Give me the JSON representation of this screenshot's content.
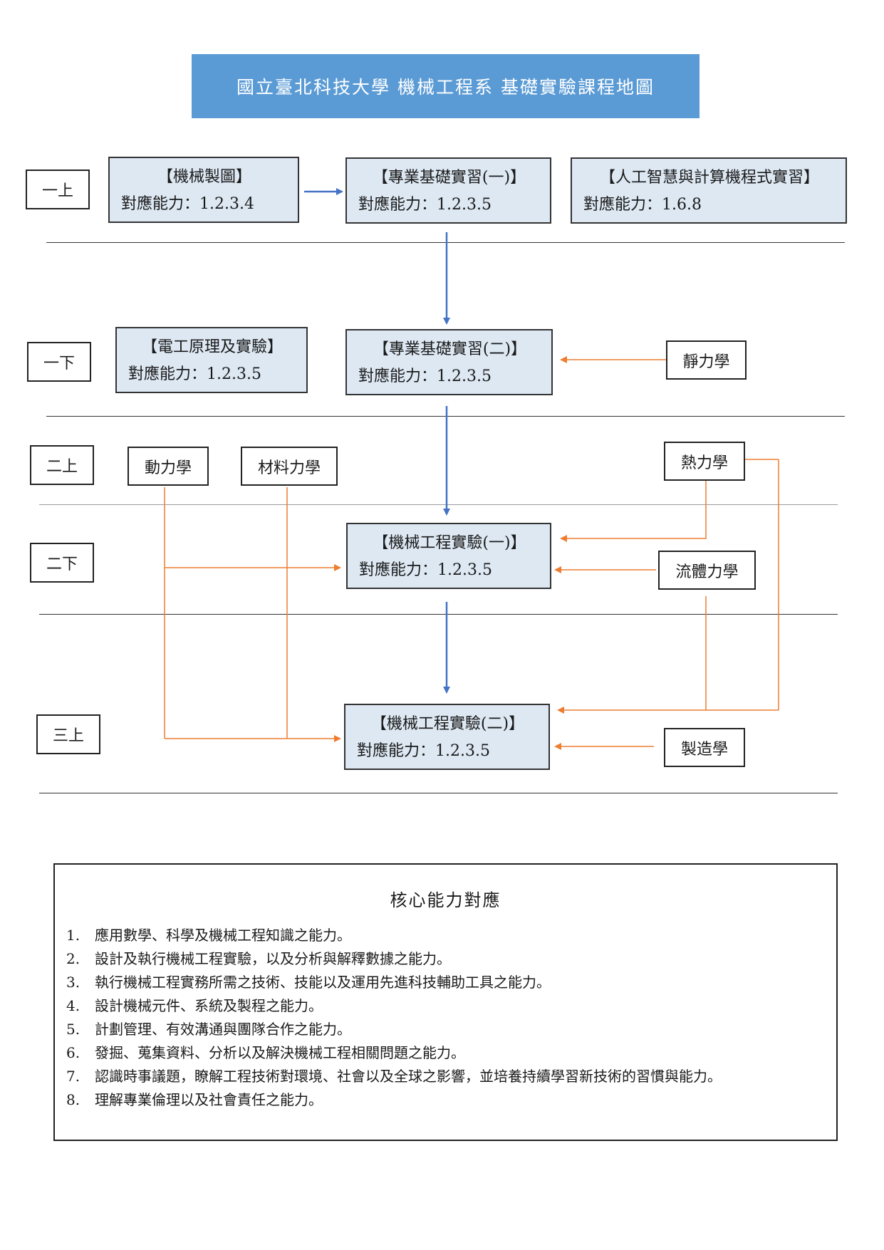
{
  "title": "國立臺北科技大學 機械工程系 基礎實驗課程地圖",
  "semesters": {
    "s1a": "一上",
    "s1b": "一下",
    "s2a": "二上",
    "s2b": "二下",
    "s3a": "三上"
  },
  "courses": {
    "drawing": {
      "title": "【機械製圖】",
      "ability": "對應能力：1.2.3.4"
    },
    "prac1": {
      "title": "【專業基礎實習(一)】",
      "ability": "對應能力：1.2.3.5"
    },
    "ai": {
      "title": "【人工智慧與計算機程式實習】",
      "ability": "對應能力：1.6.8"
    },
    "elec": {
      "title": "【電工原理及實驗】",
      "ability": "對應能力：1.2.3.5"
    },
    "prac2": {
      "title": "【專業基礎實習(二)】",
      "ability": "對應能力：1.2.3.5"
    },
    "mexp1": {
      "title": "【機械工程實驗(一)】",
      "ability": "對應能力：1.2.3.5"
    },
    "mexp2": {
      "title": "【機械工程實驗(二)】",
      "ability": "對應能力：1.2.3.5"
    }
  },
  "prereqs": {
    "statics": "靜力學",
    "dynamics": "動力學",
    "materials": "材料力學",
    "thermo": "熱力學",
    "fluids": "流體力學",
    "manufacturing": "製造學"
  },
  "colors": {
    "title_bg": "#5b9bd5",
    "course_bg": "#dde8f3",
    "blue_arrow": "#4472c4",
    "orange_arrow": "#ed7d31"
  },
  "core": {
    "title": "核心能力對應",
    "items": [
      {
        "n": "1.",
        "text": "應用數學、科學及機械工程知識之能力。"
      },
      {
        "n": "2.",
        "text": "設計及執行機械工程實驗，以及分析與解釋數據之能力。"
      },
      {
        "n": "3.",
        "text": "執行機械工程實務所需之技術、技能以及運用先進科技輔助工具之能力。"
      },
      {
        "n": "4.",
        "text": "設計機械元件、系統及製程之能力。"
      },
      {
        "n": "5.",
        "text": "計劃管理、有效溝通與團隊合作之能力。"
      },
      {
        "n": "6.",
        "text": "發掘、蒐集資料、分析以及解決機械工程相關問題之能力。"
      },
      {
        "n": "7.",
        "text": "認識時事議題，瞭解工程技術對環境、社會以及全球之影響，並培養持續學習新技術的習慣與能力。"
      },
      {
        "n": "8.",
        "text": "理解專業倫理以及社會責任之能力。"
      }
    ]
  }
}
